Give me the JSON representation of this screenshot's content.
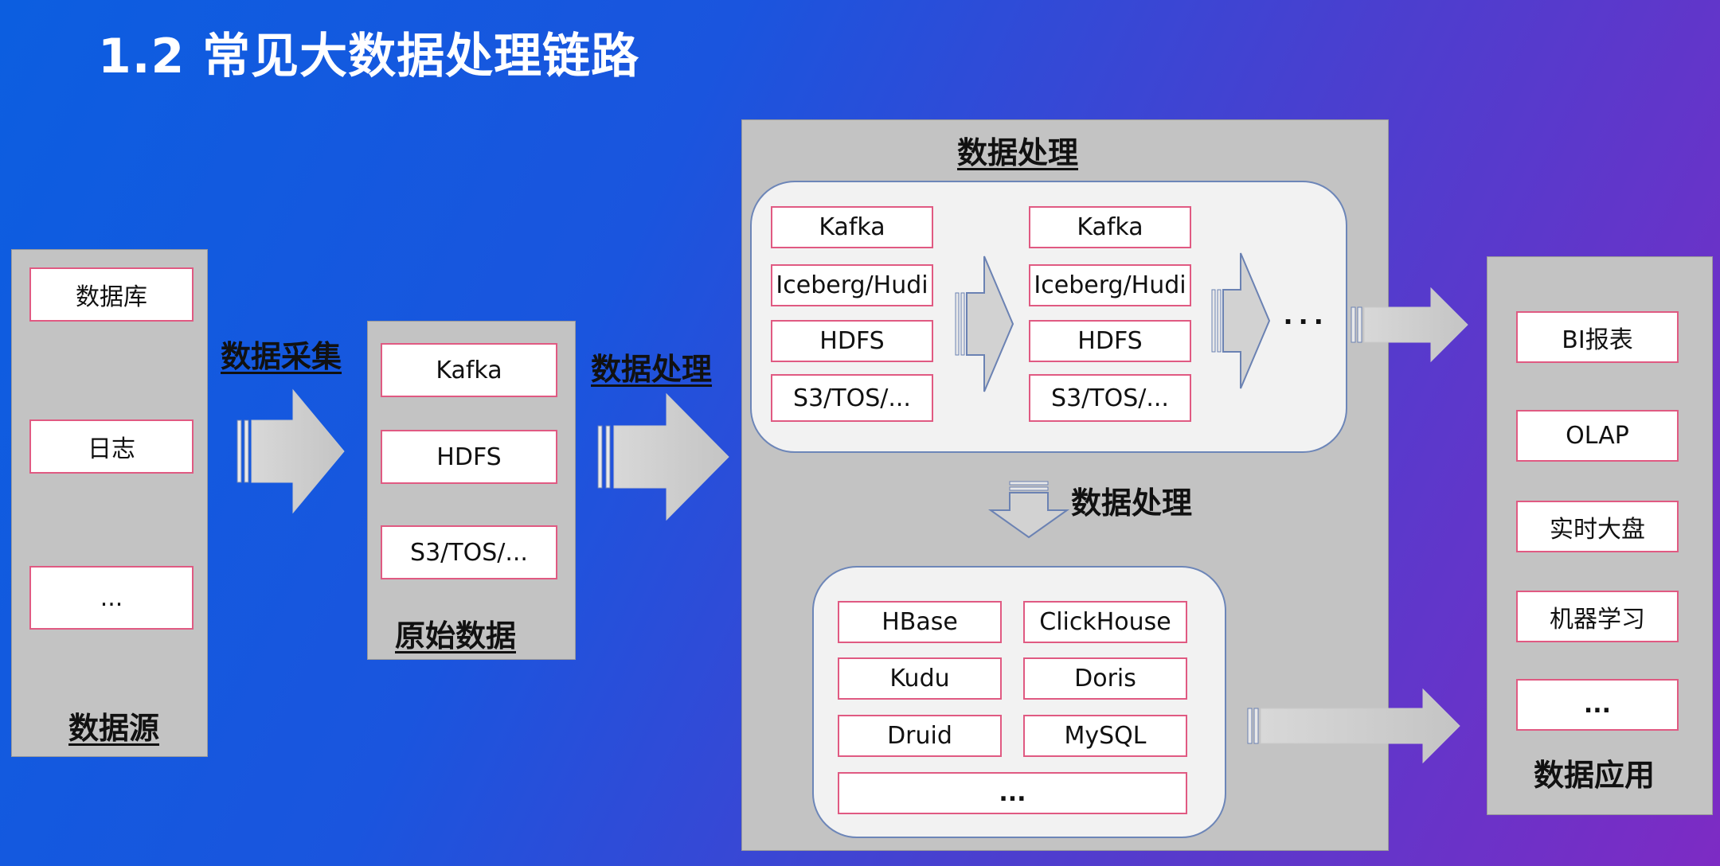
{
  "title": "1.2 常见大数据处理链路",
  "sources": {
    "label": "数据源",
    "items": [
      "数据库",
      "日志",
      "..."
    ]
  },
  "collect": {
    "label": "数据采集"
  },
  "raw": {
    "label": "原始数据",
    "items": [
      "Kafka",
      "HDFS",
      "S3/TOS/..."
    ]
  },
  "process_arrow": {
    "label": "数据处理"
  },
  "processing": {
    "label": "数据处理",
    "stage1": [
      "Kafka",
      "Iceberg/Hudi",
      "HDFS",
      "S3/TOS/..."
    ],
    "stage2": [
      "Kafka",
      "Iceberg/Hudi",
      "HDFS",
      "S3/TOS/..."
    ],
    "more": "...",
    "down_label": "数据处理",
    "serving": [
      "HBase",
      "ClickHouse",
      "Kudu",
      "Doris",
      "Druid",
      "MySQL",
      "..."
    ]
  },
  "apps": {
    "label": "数据应用",
    "items": [
      "BI报表",
      "OLAP",
      "实时大盘",
      "机器学习",
      "..."
    ]
  }
}
